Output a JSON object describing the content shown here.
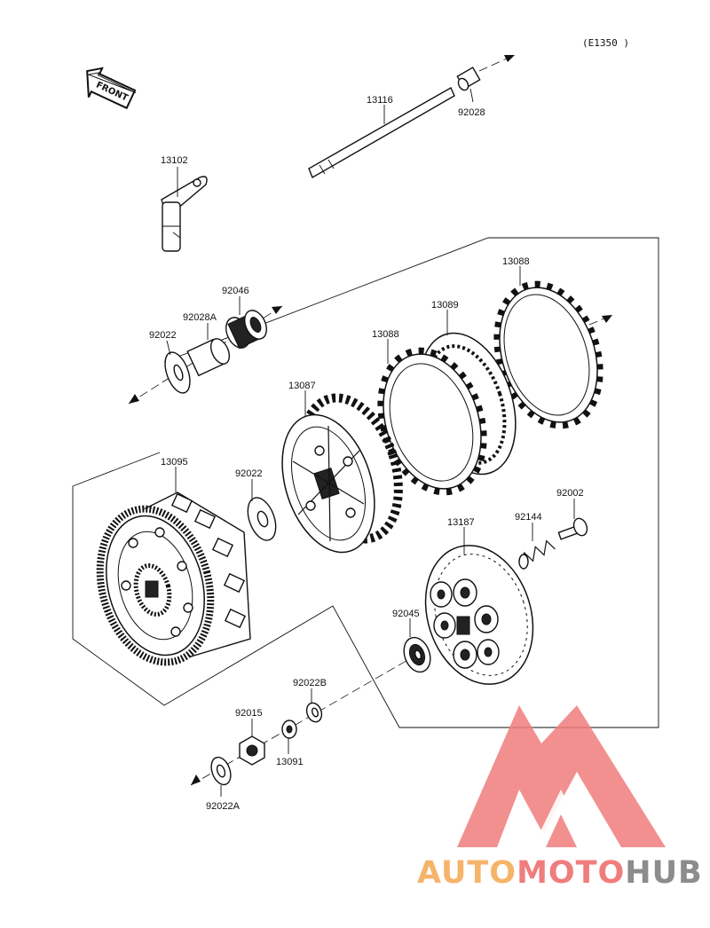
{
  "diagram": {
    "ref_code": "(E1350 )",
    "front_label": "FRONT",
    "parts": [
      {
        "id": "p13116",
        "number": "13116"
      },
      {
        "id": "p92028",
        "number": "92028"
      },
      {
        "id": "p13102",
        "number": "13102"
      },
      {
        "id": "p92046",
        "number": "92046"
      },
      {
        "id": "p92028A",
        "number": "92028A"
      },
      {
        "id": "p92022a",
        "number": "92022"
      },
      {
        "id": "p13088a",
        "number": "13088"
      },
      {
        "id": "p13089",
        "number": "13089"
      },
      {
        "id": "p13088b",
        "number": "13088"
      },
      {
        "id": "p13087",
        "number": "13087"
      },
      {
        "id": "p13095",
        "number": "13095"
      },
      {
        "id": "p92022b",
        "number": "92022"
      },
      {
        "id": "p92002",
        "number": "92002"
      },
      {
        "id": "p92144",
        "number": "92144"
      },
      {
        "id": "p13187",
        "number": "13187"
      },
      {
        "id": "p92045",
        "number": "92045"
      },
      {
        "id": "p92022B",
        "number": "92022B"
      },
      {
        "id": "p92015",
        "number": "92015"
      },
      {
        "id": "p13091",
        "number": "13091"
      },
      {
        "id": "p92022A",
        "number": "92022A"
      }
    ]
  },
  "watermark": {
    "word_part1": "AUTO",
    "word_part2": "MOTO",
    "word_part3": "HUB",
    "colors": {
      "orange": "#f6b46a",
      "red": "#f07d7d",
      "gray": "#8c8c8c"
    }
  }
}
